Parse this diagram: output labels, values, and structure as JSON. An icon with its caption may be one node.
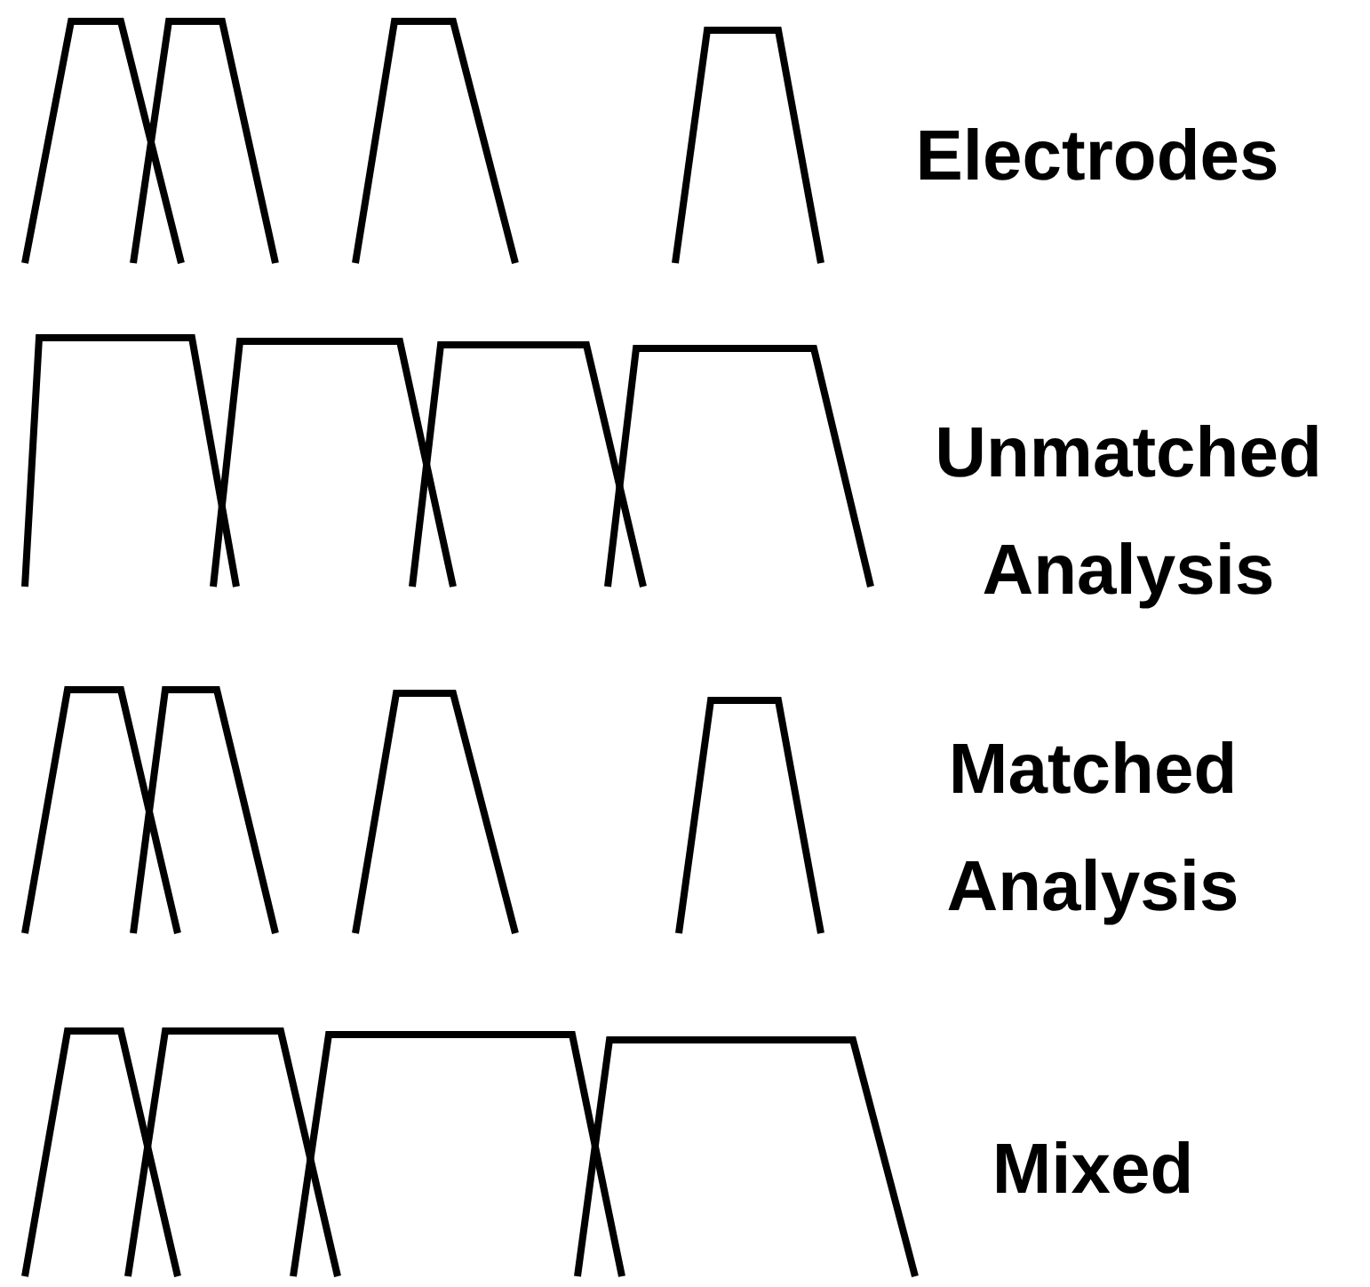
{
  "diagram": {
    "labels": [
      "Electrodes",
      "Unmatched Analysis",
      "Matched Analysis",
      "Mixed"
    ]
  }
}
